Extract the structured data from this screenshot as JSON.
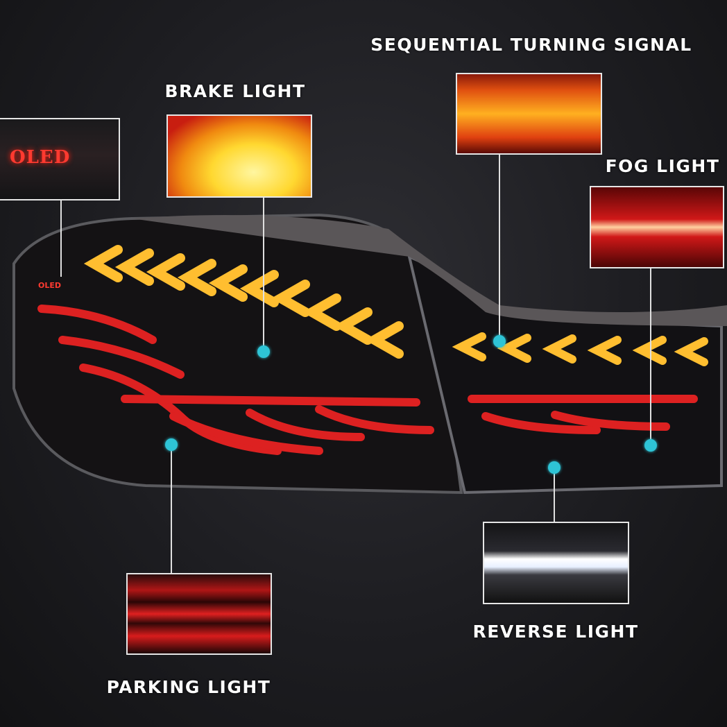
{
  "labels": {
    "sequential": "SEQUENTIAL TURNING SIGNAL",
    "brake": "BRAKE LIGHT",
    "fog": "FOG LIGHT",
    "reverse": "REVERSE LIGHT",
    "parking": "PARKING LIGHT"
  },
  "insets": {
    "oled_text": "OLED"
  },
  "colors": {
    "callout_dot": "#2ec4d6",
    "amber": "#ffb020",
    "red": "#e02020"
  }
}
